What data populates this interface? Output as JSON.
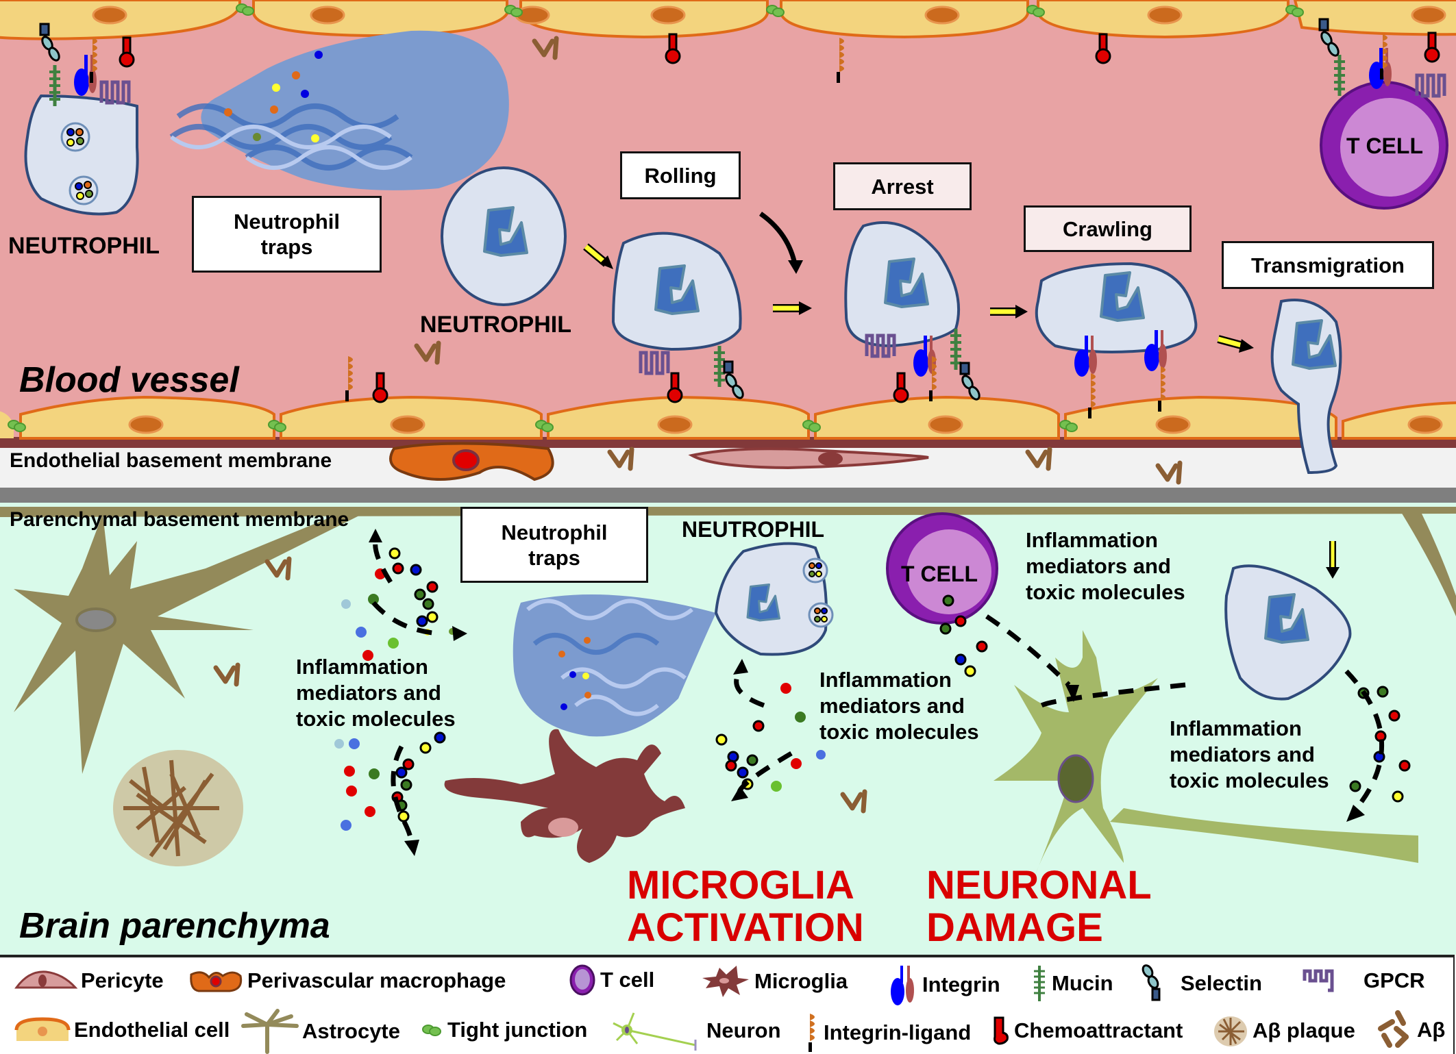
{
  "regions": {
    "blood_vessel": "Blood vessel",
    "endothelial_bm": "Endothelial basement membrane",
    "parenchymal_bm": "Parenchymal basement membrane",
    "brain_parenchyma": "Brain parenchyma"
  },
  "vessel": {
    "neutrophil_label_left": "NEUTROPHIL",
    "neutrophil_traps_box": [
      "Neutrophil",
      "traps"
    ],
    "neutrophil_label_mid": "NEUTROPHIL",
    "steps": [
      "Rolling",
      "Arrest",
      "Crawling",
      "Transmigration"
    ],
    "tcell_label": "T CELL"
  },
  "parenchyma": {
    "neutrophil_traps_box": [
      "Neutrophil",
      "traps"
    ],
    "neutrophil_label": "NEUTROPHIL",
    "tcell_label": "T CELL",
    "mediators": [
      "Inflammation",
      "mediators and",
      "toxic molecules"
    ],
    "outcome_microglia": [
      "MICROGLIA",
      "ACTIVATION"
    ],
    "outcome_neuronal": [
      "NEURONAL",
      "DAMAGE"
    ]
  },
  "legend": {
    "row1": [
      "Pericyte",
      "Perivascular macrophage",
      "T cell",
      "Microglia",
      "Integrin",
      "Mucin",
      "Selectin",
      "GPCR"
    ],
    "row2": [
      "Endothelial cell",
      "Astrocyte",
      "Tight junction",
      "Neuron",
      "Integrin-ligand",
      "Chemoattractant",
      "Aβ plaque",
      "Aβ"
    ]
  },
  "colors": {
    "vessel_bg": "#e8a3a4",
    "parenchyma_bg": "#d9faea",
    "endothelial_cell": "#f3d47e",
    "endothelial_nucleus": "#cb6a1e",
    "neutrophil_body": "#dce3f0",
    "neutrophil_nucleus": "#3f6fbd",
    "tcell_outer": "#8a1fae",
    "tcell_inner": "#cc88d4",
    "microglia": "#833a3a",
    "neuron": "#a4b868",
    "astrocyte": "#938a5a",
    "abeta": "#8b5e34",
    "outcome_red": "#d90000",
    "arrow_yellow": "#ffff33"
  }
}
